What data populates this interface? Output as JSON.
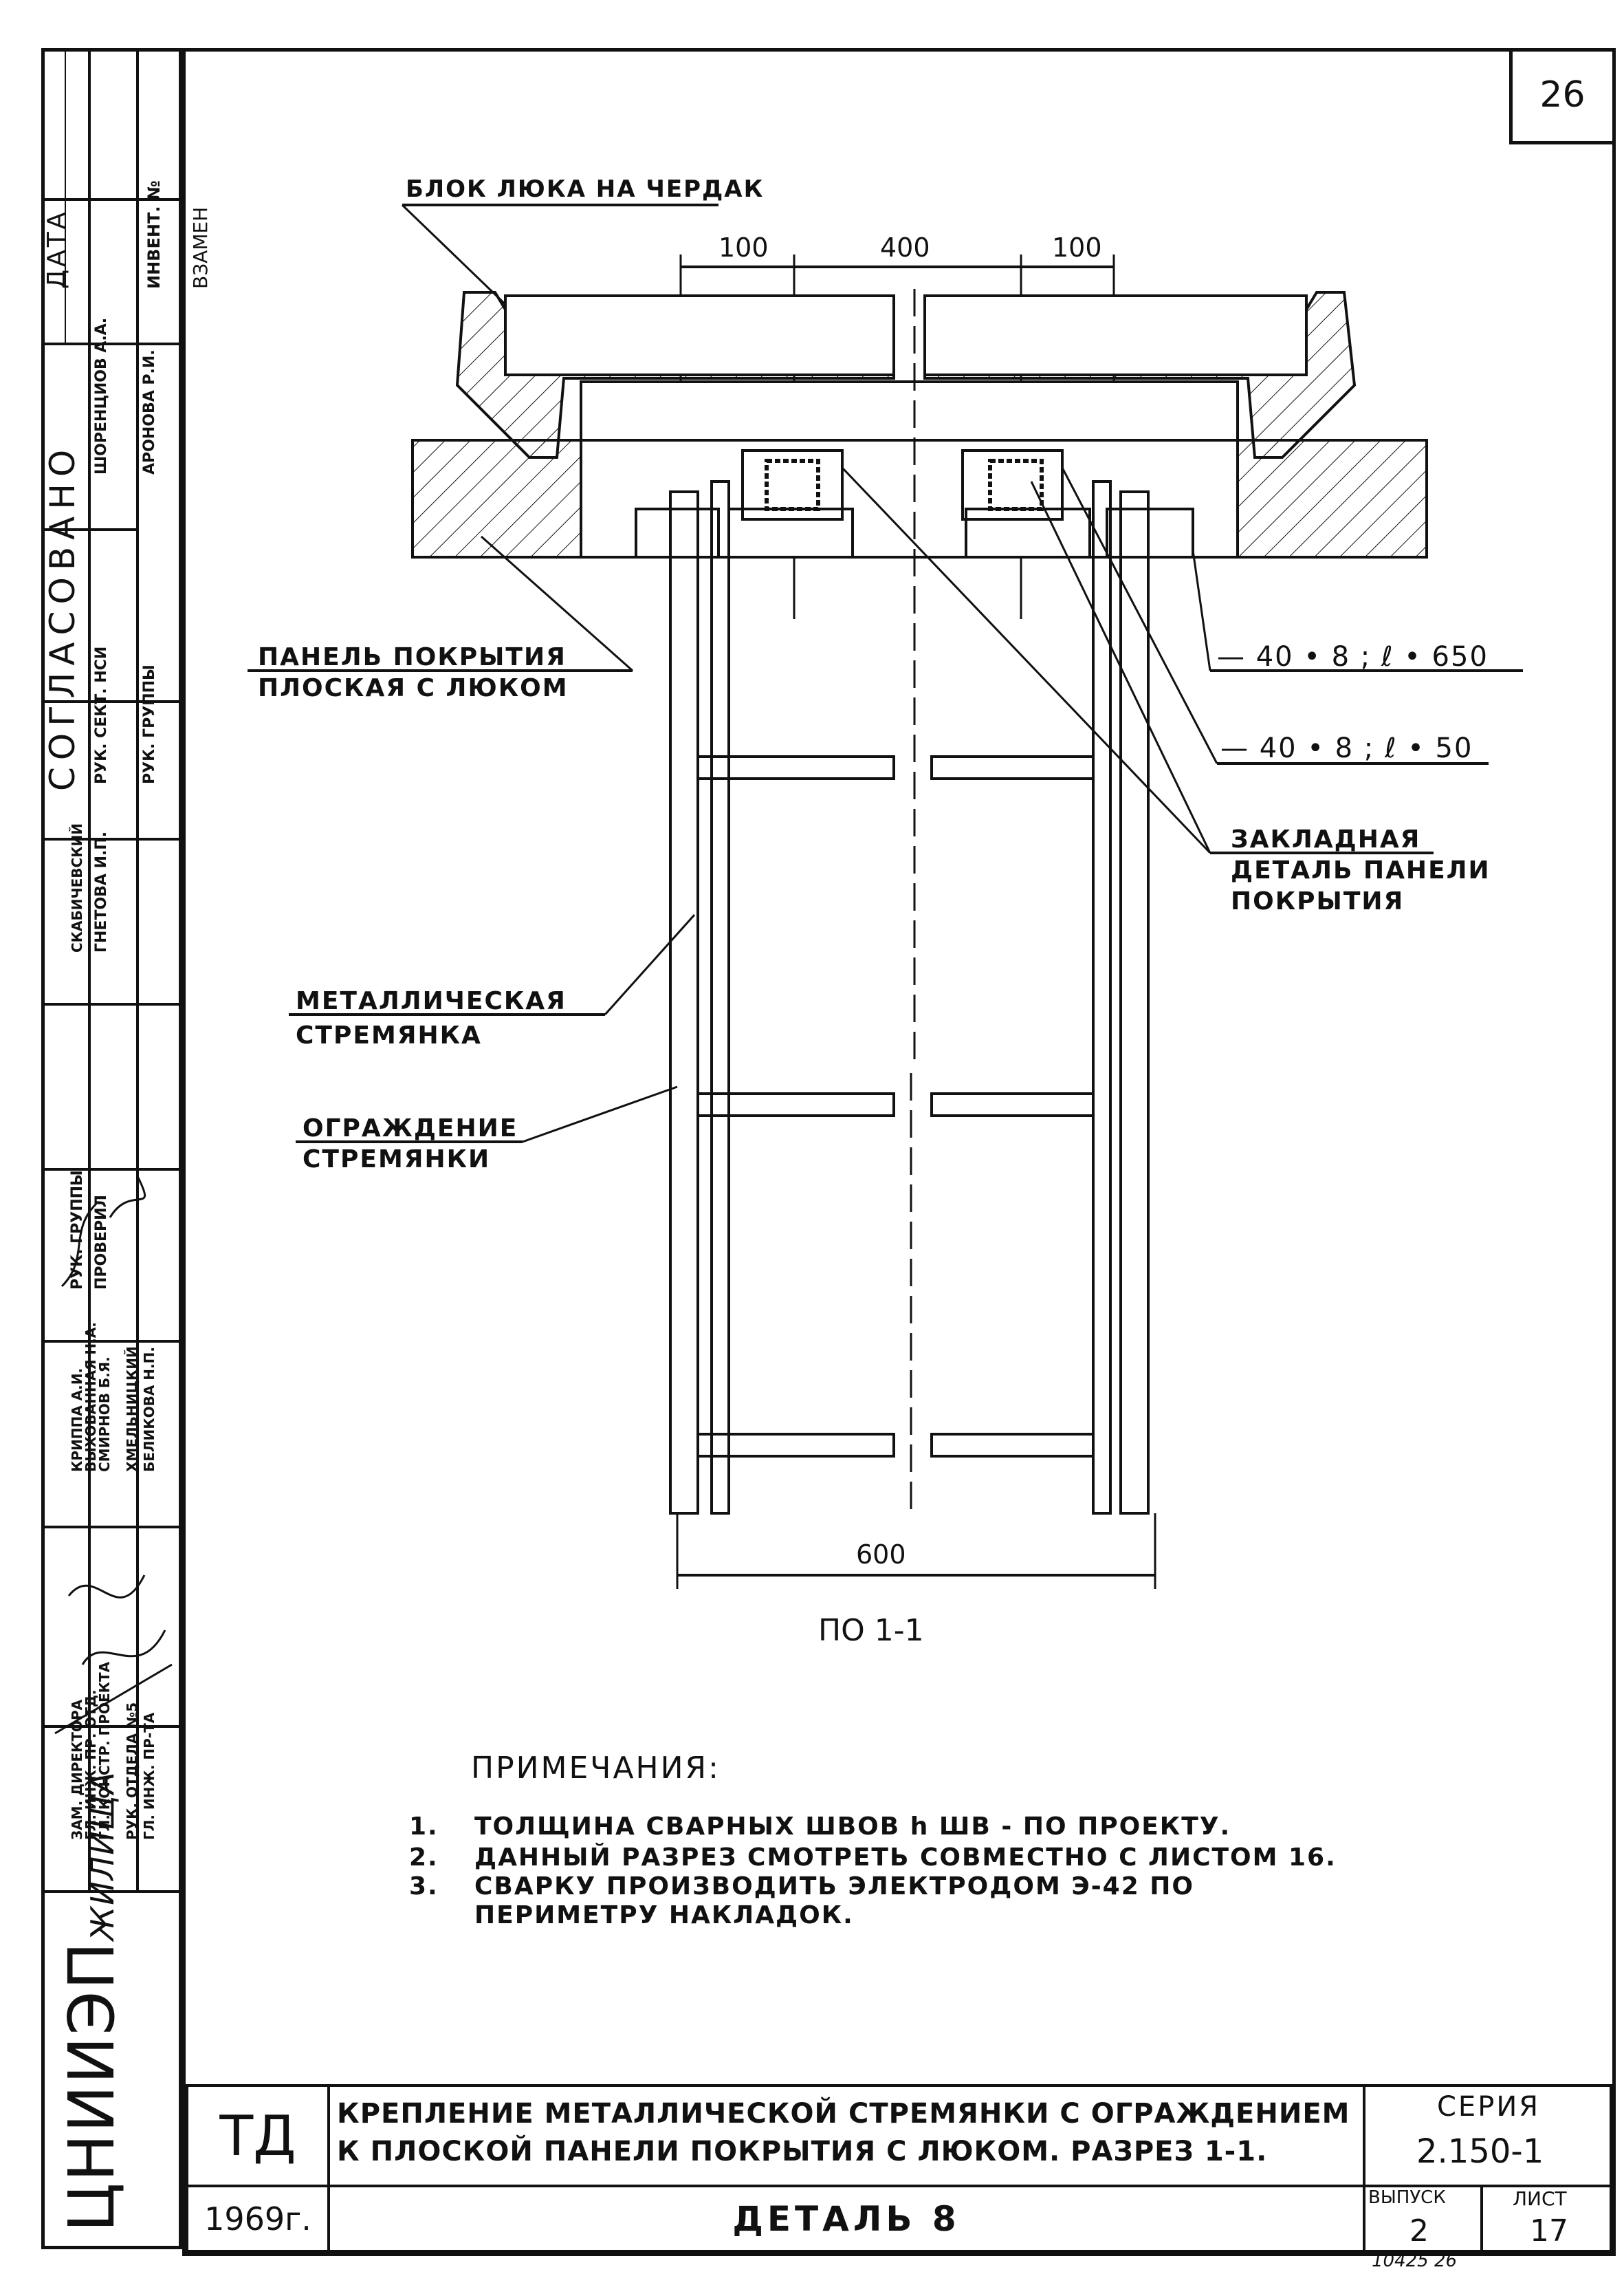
{
  "sheet_number": "26",
  "drawing": {
    "hatch_block_label": "БЛОК ЛЮКА НА ЧЕРДАК",
    "dims_top": [
      "100",
      "400",
      "100"
    ],
    "dim_bottom": "600",
    "panel_label_1": "ПАНЕЛЬ ПОКРЫТИЯ",
    "panel_label_2": "ПЛОСКАЯ С ЛЮКОМ",
    "plate1": "— 40 • 8 ; ℓ • 650",
    "plate2": "— 40 • 8 ; ℓ • 50",
    "embed_1": "ЗАКЛАДНАЯ",
    "embed_2": "ДЕТАЛЬ ПАНЕЛИ",
    "embed_3": "ПОКРЫТИЯ",
    "ladder_1": "МЕТАЛЛИЧЕСКАЯ",
    "ladder_2": "СТРЕМЯНКА",
    "fence_1": "ОГРАЖДЕНИЕ",
    "fence_2": "СТРЕМЯНКИ",
    "section_caption": "ПО 1-1"
  },
  "notes": {
    "title": "ПРИМЕЧАНИЯ:",
    "items": [
      {
        "num": "1.",
        "text": "ТОЛЩИНА СВАРНЫХ ШВОВ  h ШВ - ПО ПРОЕКТУ."
      },
      {
        "num": "2.",
        "text": "ДАННЫЙ РАЗРЕЗ СМОТРЕТЬ СОВМЕСТНО С ЛИСТОМ 16."
      },
      {
        "num": "3.",
        "text": "СВАРКУ ПРОИЗВОДИТЬ ЭЛЕКТРОДОМ Э-42 ПО"
      },
      {
        "num": "",
        "text": "ПЕРИМЕТРУ НАКЛАДОК."
      }
    ]
  },
  "title_block": {
    "td": "ТД",
    "year": "1969г.",
    "title_line1": "КРЕПЛЕНИЕ МЕТАЛЛИЧЕСКОЙ СТРЕМЯНКИ С ОГРАЖДЕНИЕМ",
    "title_line2": "К ПЛОСКОЙ ПАНЕЛИ ПОКРЫТИЯ С ЛЮКОМ. РАЗРЕЗ 1-1.",
    "detail": "ДЕТАЛЬ 8",
    "series_label": "СЕРИЯ",
    "series_value": "2.150-1",
    "issue_label": "ВЫПУСК",
    "issue_value": "2",
    "sheet_label": "ЛИСТ",
    "sheet_value": "17",
    "footer_note": "10425   26"
  },
  "side_stamp": {
    "org": "ЦНИИЭП",
    "org_sub": "ЖИЛИЩА",
    "header_agreed": "СОГЛАСОВАНО",
    "header_date": "ДАТА",
    "header_inv": "ИНВЕНТ. №",
    "header_replace": "ВЗАМЕН",
    "row_roles": [
      "ЗАМ. ДИРЕКТОРА",
      "ГЛ. ИНЖ. ПР. ОТД.",
      "ГЛ. КОНСТР. ПРОЕКТА",
      "РУК. ОТДЕЛА №5",
      "ГЛ. ИНЖ. ПР-ТА"
    ],
    "row_names": [
      "КРИППА А.И.",
      "ВЫХОВАННАЯ Н.А.",
      "СМИРНОВ Б.Я.",
      "ХМЕЛЬНИЦКИЙ",
      "БЕЛИКОВА Н.П."
    ],
    "role_group": "РУК. ГРУППЫ",
    "checked": "ПРОВЕРИЛ",
    "slabin": "СКАБИЧЕВСКИЙ",
    "gnetova": "ГНЕТОВА И.П.",
    "ruk_sekt": "РУК. СЕКТ. НСИ",
    "ruk_gr": "РУК. ГРУППЫ",
    "shoren": "ШОРЕНЦИОВ А.А.",
    "aronova": "АРОНОВА Р.И."
  }
}
